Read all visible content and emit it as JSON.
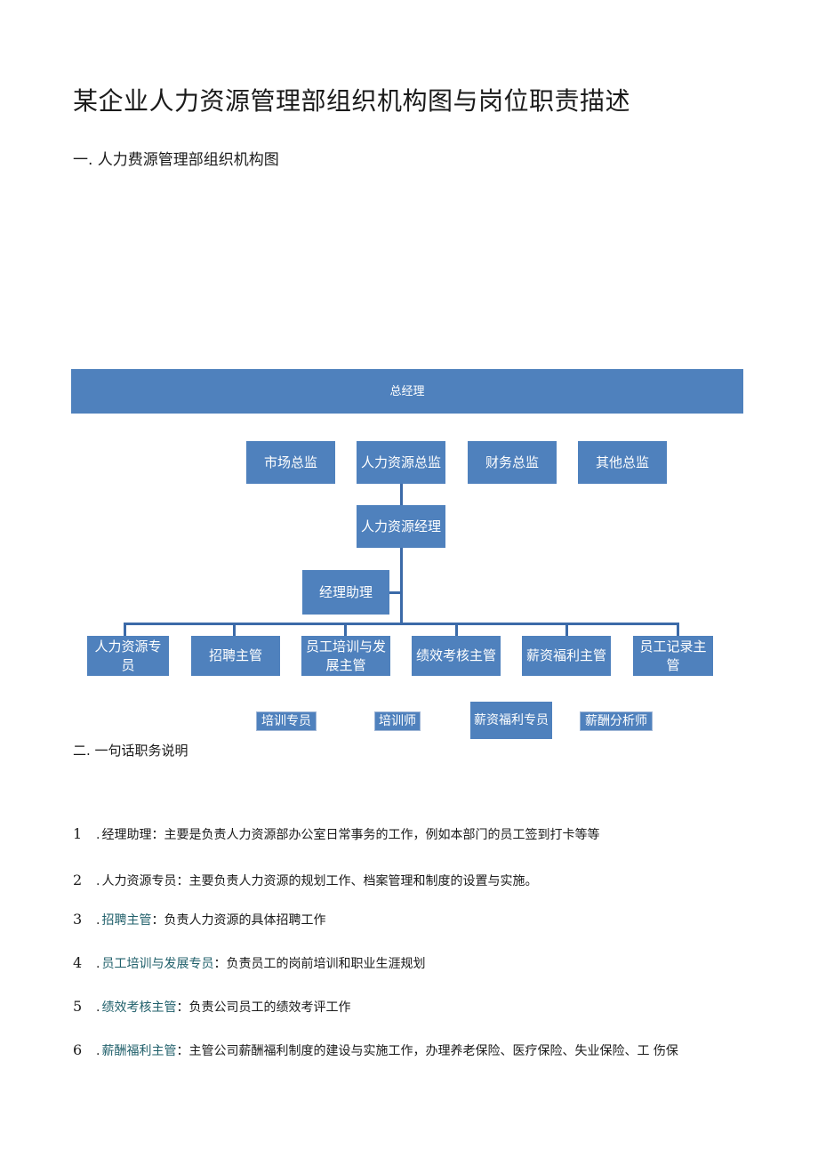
{
  "document": {
    "title": "某企业人力资源管理部组织机构图与岗位职责描述",
    "section1": "一. 人力费源管理部组织机构图",
    "section2": "二. 一句话职务说明"
  },
  "org_chart": {
    "top": "总经理",
    "directors": [
      "市场总监",
      "人力资源总监",
      "财务总监",
      "其他总监"
    ],
    "manager": "人力资源经理",
    "assistant": "经理助理",
    "teams": [
      "人力资源专员",
      "招聘主管",
      "员工培训与发展主管",
      "绩效考核主管",
      "薪资福利主管",
      "员工记录主管"
    ],
    "specialists": [
      "培训专员",
      "培训师",
      "薪资福利专员",
      "薪酬分析师"
    ]
  },
  "duties": [
    {
      "num": "1",
      "role": "经理助理",
      "desc": "：主要是负责人力资源部办公室日常事务的工作，例如本部门的员工签到打卡等等"
    },
    {
      "num": "2",
      "role": "人力资源专员",
      "desc": "：主要负责人力资源的规划工作、档案管理和制度的设置与实施。"
    },
    {
      "num": "3",
      "role": "招聘主管",
      "desc": "：负责人力资源的具体招聘工作"
    },
    {
      "num": "4",
      "role": "员工培训与发展专员",
      "desc": "：负责员工的岗前培训和职业生涯规划"
    },
    {
      "num": "5",
      "role": "绩效考核主管",
      "desc": "：负责公司员工的绩效考评工作"
    },
    {
      "num": "6",
      "role": "薪酬福利主管",
      "desc": "：主管公司薪酬福利制度的建设与实施工作，办理养老保险、医疗保险、失业保险、工 伤保"
    }
  ],
  "colors": {
    "box": "#4f81bd",
    "line": "#3b6aa8",
    "accent_text": "#1f5f6a"
  }
}
